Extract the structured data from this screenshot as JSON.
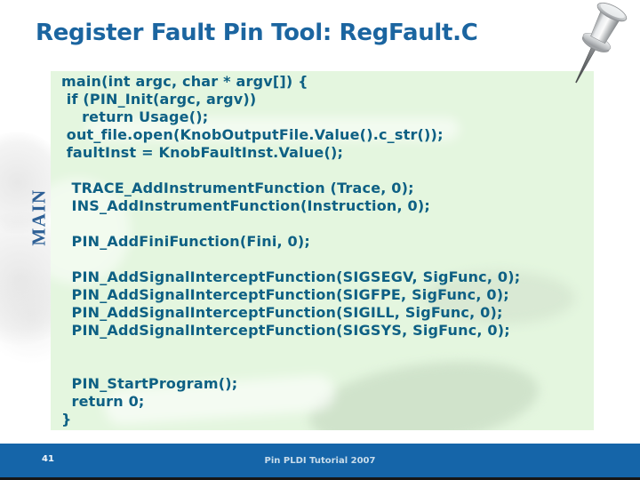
{
  "slide": {
    "title": "Register Fault Pin Tool: RegFault.C",
    "section_label": "MAIN",
    "code": "main(int argc, char * argv[]) {\n if (PIN_Init(argc, argv))\n    return Usage();\n out_file.open(KnobOutputFile.Value().c_str());\n faultInst = KnobFaultInst.Value();\n\n  TRACE_AddInstrumentFunction (Trace, 0);\n  INS_AddInstrumentFunction(Instruction, 0);\n\n  PIN_AddFiniFunction(Fini, 0);\n\n  PIN_AddSignalInterceptFunction(SIGSEGV, SigFunc, 0);\n  PIN_AddSignalInterceptFunction(SIGFPE, SigFunc, 0);\n  PIN_AddSignalInterceptFunction(SIGILL, SigFunc, 0);\n  PIN_AddSignalInterceptFunction(SIGSYS, SigFunc, 0);\n\n\n  PIN_StartProgram();\n  return 0;\n}"
  },
  "footer": {
    "page_number": "41",
    "text": "Pin PLDI Tutorial 2007"
  },
  "icons": {
    "pushpin": "silver pushpin, head top-right, needle pointing down-left"
  },
  "colors": {
    "title_text": "#1b65a0",
    "code_text": "#0e6084",
    "code_background": "#e4f6df",
    "section_label_text": "#2e6096",
    "footer_background": "#1565a9",
    "footer_text": "#c9ddeb",
    "page_number_text": "#f2f7fb",
    "bottom_strip": "#161616"
  }
}
